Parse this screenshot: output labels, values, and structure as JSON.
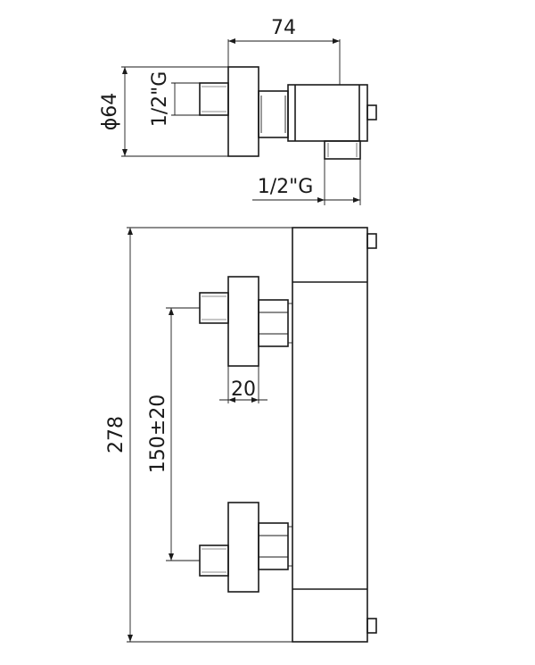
{
  "dimensions": {
    "top_width": "74",
    "diameter": "ϕ64",
    "inlet_thread": "1/2\"G",
    "outlet_thread": "1/2\"G",
    "total_height": "278",
    "inlet_spacing": "150±20",
    "connector_depth": "20"
  }
}
